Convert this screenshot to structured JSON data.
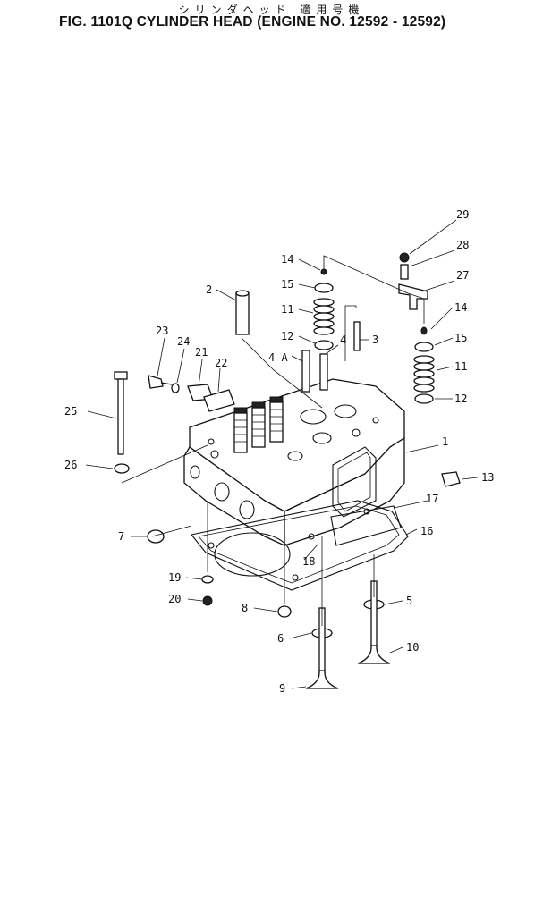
{
  "header": {
    "title_jp": "シリンダヘッド 適用号機",
    "title_en": "FIG. 1101Q  CYLINDER HEAD (ENGINE NO. 12592 - 12592)"
  },
  "callouts": [
    {
      "id": "29",
      "label": "29"
    },
    {
      "id": "28",
      "label": "28"
    },
    {
      "id": "27",
      "label": "27"
    },
    {
      "id": "14a",
      "label": "14"
    },
    {
      "id": "14b",
      "label": "14"
    },
    {
      "id": "15a",
      "label": "15"
    },
    {
      "id": "15b",
      "label": "15"
    },
    {
      "id": "2",
      "label": "2"
    },
    {
      "id": "11a",
      "label": "11"
    },
    {
      "id": "11b",
      "label": "11"
    },
    {
      "id": "12a",
      "label": "12"
    },
    {
      "id": "12b",
      "label": "12"
    },
    {
      "id": "3",
      "label": "3"
    },
    {
      "id": "4",
      "label": "4"
    },
    {
      "id": "4A",
      "label": "4 A"
    },
    {
      "id": "23",
      "label": "23"
    },
    {
      "id": "24",
      "label": "24"
    },
    {
      "id": "21",
      "label": "21"
    },
    {
      "id": "22",
      "label": "22"
    },
    {
      "id": "25",
      "label": "25"
    },
    {
      "id": "1",
      "label": "1"
    },
    {
      "id": "26",
      "label": "26"
    },
    {
      "id": "13",
      "label": "13"
    },
    {
      "id": "17",
      "label": "17"
    },
    {
      "id": "16",
      "label": "16"
    },
    {
      "id": "7",
      "label": "7"
    },
    {
      "id": "18",
      "label": "18"
    },
    {
      "id": "19",
      "label": "19"
    },
    {
      "id": "5",
      "label": "5"
    },
    {
      "id": "20",
      "label": "20"
    },
    {
      "id": "8",
      "label": "8"
    },
    {
      "id": "6",
      "label": "6"
    },
    {
      "id": "10",
      "label": "10"
    },
    {
      "id": "9",
      "label": "9"
    }
  ]
}
